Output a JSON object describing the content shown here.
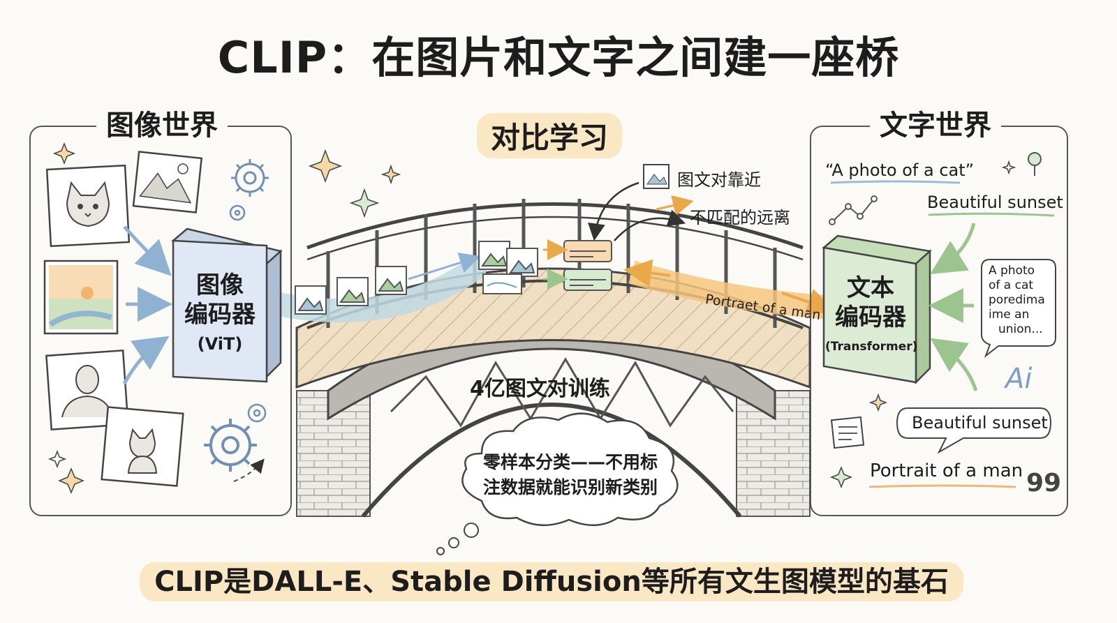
{
  "title": "CLIP：在图片和文字之间建一座桥",
  "image_world": {
    "title": "图像世界",
    "encoder": {
      "line1": "图像",
      "line2": "编码器",
      "sub": "(ViT)"
    }
  },
  "contrastive": {
    "title": "对比学习",
    "pull_label": "图文对靠近",
    "push_label": "不匹配的远离",
    "arrow_caption": "Portraet of a man",
    "training_label": "4亿图文对训练",
    "zero_shot": {
      "line1": "零样本分类——不用标",
      "line2": "注数据就能识别新类别"
    }
  },
  "text_world": {
    "title": "文字世界",
    "encoder": {
      "line1": "文本",
      "line2": "编码器",
      "sub": "(Transformer)"
    },
    "caption_cat": "“A photo of a cat”",
    "caption_sunset_top": "Beautiful sunset",
    "bubble_lines": [
      "A photo",
      "of a cat",
      "poredima",
      "ime an",
      "union..."
    ],
    "caption_sunset_bubble": "Beautiful sunset",
    "caption_portrait": "Portrait of a man",
    "ai_glyph": "Ai",
    "quote_glyph": "99"
  },
  "footer": "CLIP是DALL-E、Stable Diffusion等所有文生图模型的基石",
  "colors": {
    "highlight": "#fae7c3",
    "image_encoder": "#dfe8f4",
    "text_encoder": "#dcebd4",
    "flow_blue": "#bfdbe4",
    "flow_orange": "#f6c67e",
    "bridge_wood": "#f1dfc4"
  }
}
